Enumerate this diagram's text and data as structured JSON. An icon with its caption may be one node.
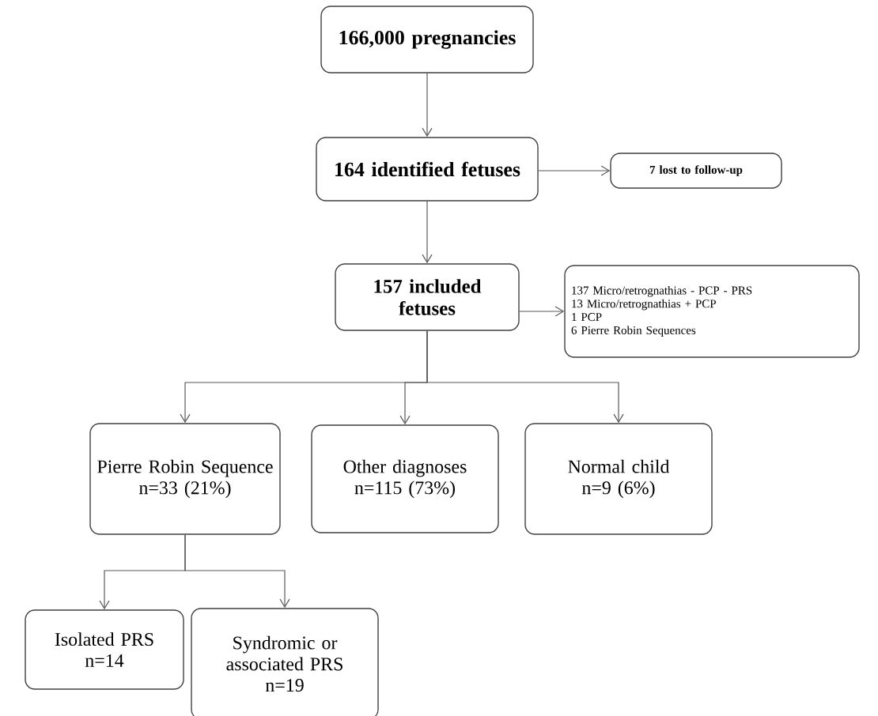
{
  "diagram": {
    "nodes": [
      {
        "text": [
          "166,000 pregnancies"
        ]
      },
      {
        "text": [
          "164 identified fetuses"
        ]
      },
      {
        "text": [
          "7 lost to follow-up"
        ]
      },
      {
        "text": [
          "157 included fetuses"
        ]
      },
      {
        "text": [
          "137 Micro/retrognathias - PCP - PRS",
          "13 Micro/retrognathias + PCP",
          "1 PCP",
          "6 Pierre Robin Sequences"
        ]
      },
      {
        "text": [
          "Pierre Robin Sequence",
          "n=33 (21%)"
        ]
      },
      {
        "text": [
          "Other diagnoses",
          "n=115 (73%)"
        ]
      },
      {
        "text": [
          "Normal child",
          "n=9 (6%)"
        ]
      },
      {
        "text": [
          "Isolated PRS",
          "n=14"
        ]
      },
      {
        "text": [
          "Syndromic or associated PRS",
          "n=19"
        ]
      }
    ],
    "edges": [
      {
        "from": 0,
        "to": 1,
        "arrow": "to"
      },
      {
        "from": 1,
        "to": 2,
        "arrow": "to"
      },
      {
        "from": 1,
        "to": 3,
        "arrow": "to"
      },
      {
        "from": 3,
        "to": 4,
        "arrow": "to"
      },
      {
        "from": 3,
        "to": 5,
        "arrow": "to"
      },
      {
        "from": 3,
        "to": 6,
        "arrow": "to"
      },
      {
        "from": 3,
        "to": 7,
        "arrow": "to"
      },
      {
        "from": 5,
        "to": 8,
        "arrow": "to"
      },
      {
        "from": 5,
        "to": 9,
        "arrow": "to"
      }
    ]
  }
}
